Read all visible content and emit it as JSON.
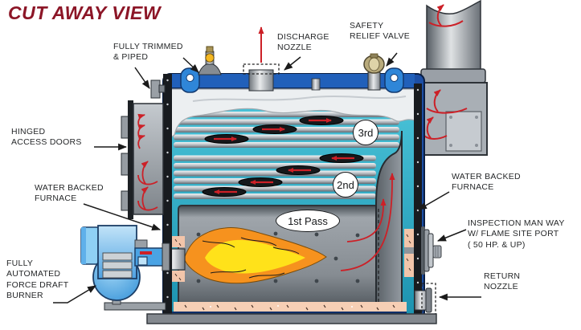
{
  "title": "CUT AWAY VIEW",
  "labels": {
    "fully_trimmed": "FULLY TRIMMED\n& PIPED",
    "discharge_nozzle": "DISCHARGE\nNOZZLE",
    "safety_relief_valve": "SAFETY\nRELIEF VALVE",
    "hinged_access_doors": "HINGED\nACCESS DOORS",
    "water_backed_furnace_left": "WATER BACKED\nFURNACE",
    "fully_automated_burner": "FULLY\nAUTOMATED\nFORCE DRAFT\nBURNER",
    "water_backed_furnace_right": "WATER BACKED\nFURNACE",
    "inspection_manway": "INSPECTION MAN WAY\nW/ FLAME SITE PORT\n( 50 HP. & UP)",
    "return_nozzle": "RETURN\nNOZZLE"
  },
  "passes": {
    "third": "3rd",
    "second": "2nd",
    "first": "1st Pass"
  },
  "colors": {
    "title_red": "#8c1627",
    "flow_arrow_red": "#cc2027",
    "shell_blue": "#2160ba",
    "water_teal": "#2aacc4",
    "flame_orange": "#f6921e",
    "flame_yellow": "#ffe21a",
    "refractory_pink": "#f2c5aa",
    "label_text": "#26282a"
  }
}
